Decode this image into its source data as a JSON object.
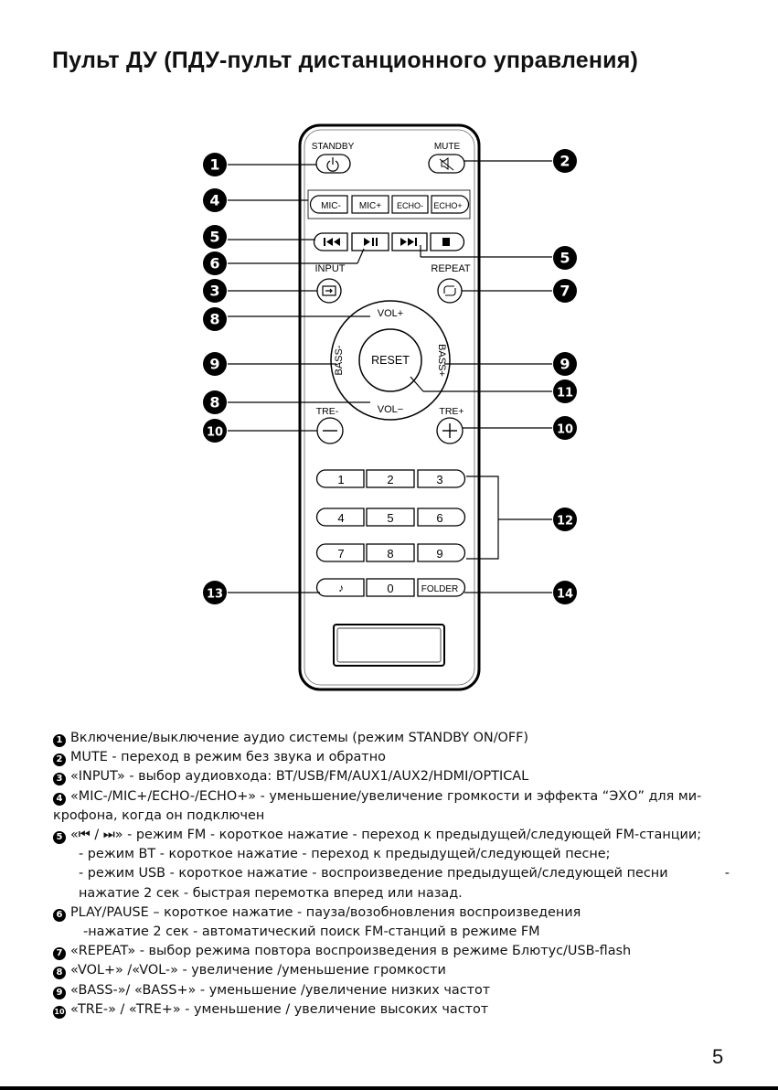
{
  "title": "Пульт ДУ (ПДУ-пульт дистанционного управления)",
  "remote": {
    "standby_label": "STANDBY",
    "mute_label": "MUTE",
    "mic_minus": "MIC-",
    "mic_plus": "MIC+",
    "echo_minus": "ECHO-",
    "echo_plus": "ECHO+",
    "input_label": "INPUT",
    "repeat_label": "REPEAT",
    "vol_plus": "VOL+",
    "vol_minus": "VOL−",
    "bass_minus": "BASS-",
    "bass_plus": "BASS+",
    "reset": "RESET",
    "tre_minus": "TRE-",
    "tre_plus": "TRE+",
    "numbers": [
      "1",
      "2",
      "3",
      "4",
      "5",
      "6",
      "7",
      "8",
      "9"
    ],
    "zero": "0",
    "folder": "FOLDER"
  },
  "callouts": {
    "n1": "1",
    "n2": "2",
    "n3": "3",
    "n4": "4",
    "n5": "5",
    "n6": "6",
    "n7": "7",
    "n8": "8",
    "n9": "9",
    "n10": "10",
    "n11": "11",
    "n12": "12",
    "n13": "13",
    "n14": "14"
  },
  "descriptions": {
    "d1": "Включение/выключение аудио системы (режим STANDBY ON/OFF)",
    "d2": "MUTE - переход в режим без звука и обратно",
    "d3": "«INPUT» - выбор аудиовхода: BT/USB/FM/AUX1/AUX2/HDMI/OPTICAL",
    "d4a": "«MIC-/MIC+/ECHO-/ECHO+» - уменьшение/увеличение громкости и эффекта “ЭХО” для ми-",
    "d4b": "крофона, когда он подключен",
    "d5a": "«⏮ / ⏭» - режим FM - короткое нажатие - переход к предыдущей/следующей FM-станции;",
    "d5b": "- режим BT - короткое нажатие - переход к предыдущей/следующей песне;",
    "d5c": "- режим USB - короткое нажатие - воспроизведение предыдущей/следующей песни",
    "d5c_tail": "-",
    "d5d": "нажатие 2 сек - быстрая перемотка вперед или назад.",
    "d6a": "PLAY/PAUSE – короткое нажатие - пауза/возобновления воспроизведения",
    "d6b": "-нажатие 2 сек - автоматический поиск FM-станций в режиме FM",
    "d7": "«REPEAT» - выбор режима повтора воспроизведения в режиме Блютус/USB-flash",
    "d8": "«VOL+» /«VOL-» - увеличение /уменьшение громкости",
    "d9": "«BASS-»/ «BASS+» - уменьшение /увеличение низких частот",
    "d10": "«TRE-» / «TRE+» - уменьшение / увеличение высоких частот"
  },
  "page_number": "5"
}
